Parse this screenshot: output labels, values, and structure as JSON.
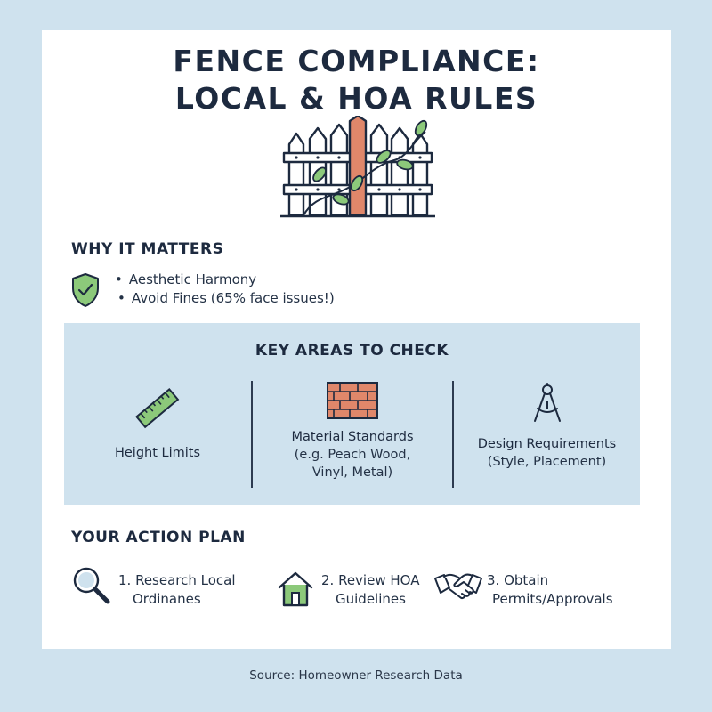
{
  "title": {
    "line1": "FENCE COMPLIANCE:",
    "line2": "LOCAL & HOA RULES"
  },
  "illustration": {
    "icon": "fence-with-vine-icon"
  },
  "why": {
    "heading": "WHY IT MATTERS",
    "icon": "shield-check-icon",
    "items": [
      "Aesthetic Harmony",
      "Avoid Fines (65% face issues!)"
    ]
  },
  "key_areas": {
    "heading": "KEY AREAS TO CHECK",
    "columns": [
      {
        "icon": "ruler-icon",
        "label": "Height Limits",
        "detail": ""
      },
      {
        "icon": "brick-wall-icon",
        "label": "Material Standards",
        "detail_line1": "(e.g. Peach Wood,",
        "detail_line2": "Vinyl, Metal)"
      },
      {
        "icon": "compass-icon",
        "label": "Design Requirements",
        "detail_line1": "(Style, Placement)"
      }
    ]
  },
  "plan": {
    "heading": "YOUR ACTION PLAN",
    "steps": [
      {
        "icon": "magnifier-icon",
        "line1": "1. Research Local",
        "line2": "Ordinanes"
      },
      {
        "icon": "house-icon",
        "line1": "2. Review HOA",
        "line2": "Guidelines"
      },
      {
        "icon": "handshake-icon",
        "line1": "3. Obtain",
        "line2": "Permits/Approvals"
      }
    ]
  },
  "source": "Source: Homeowner Research Data",
  "colors": {
    "background": "#cfe2ee",
    "card": "#ffffff",
    "panel": "#cfe2ee",
    "heading": "#1d2a3f",
    "accent_green": "#8cc97a",
    "accent_brick": "#e0876a"
  }
}
